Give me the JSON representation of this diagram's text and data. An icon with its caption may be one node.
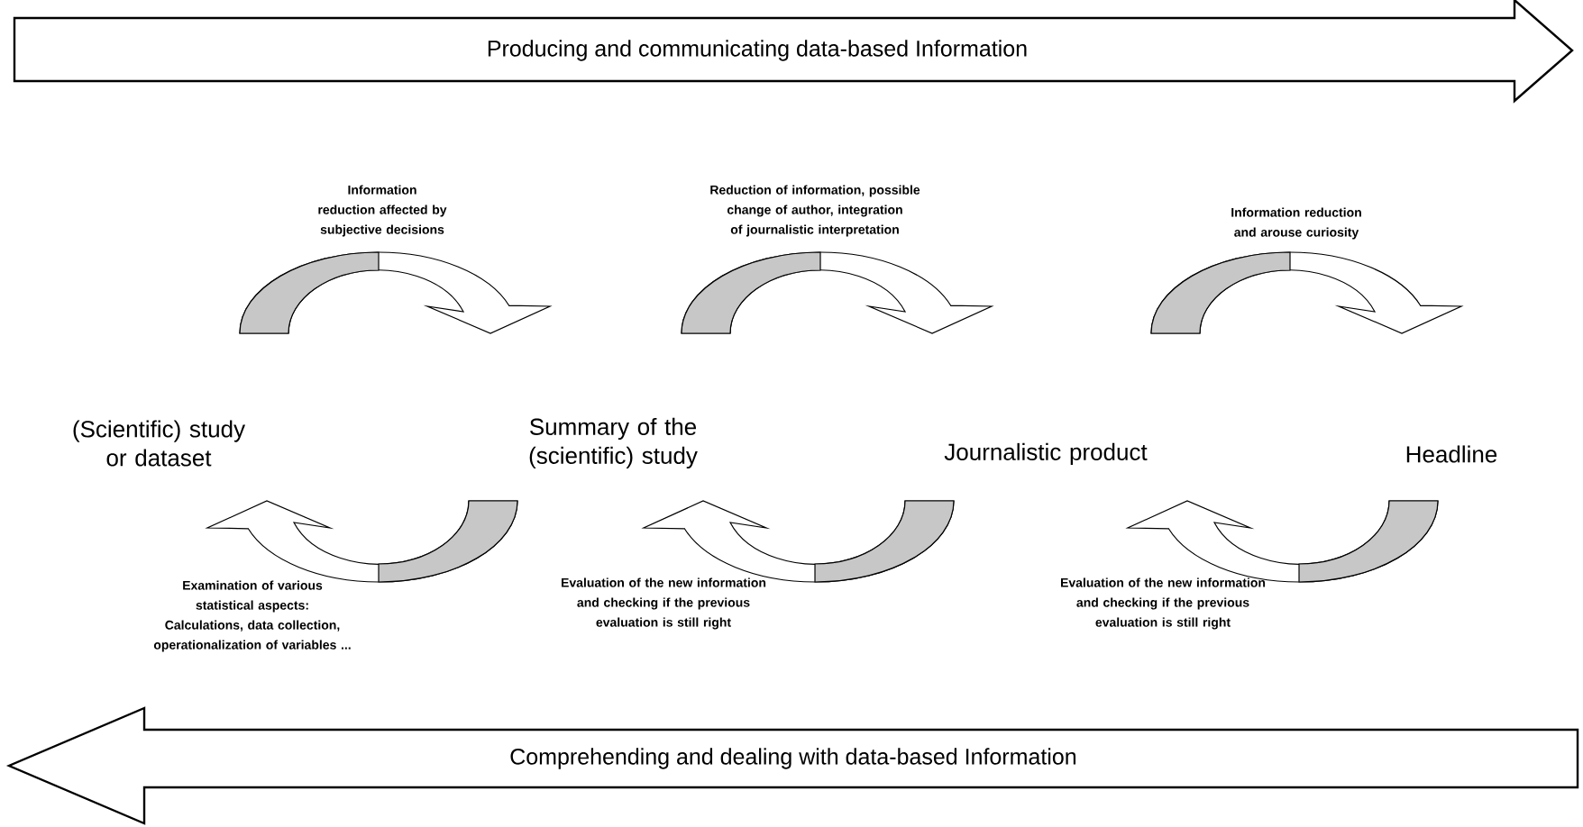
{
  "diagram": {
    "nodes": [
      {
        "text": [
          "Producing and communicating data-based Information"
        ]
      },
      {
        "text": [
          "Comprehending and dealing with data-based Information"
        ]
      },
      {
        "text": [
          "(Scientific) study or dataset"
        ]
      },
      {
        "text": [
          "Summary of the (scientific) study"
        ]
      },
      {
        "text": [
          "Journalistic product"
        ]
      },
      {
        "text": [
          "Headline"
        ]
      }
    ],
    "edges": [
      {
        "from": 2,
        "to": 3,
        "arrow": "to",
        "label": "Information reduction affected by subjective decisions"
      },
      {
        "from": 3,
        "to": 4,
        "arrow": "to",
        "label": "Reduction of information, possible change of author, integration of journalistic interpretation"
      },
      {
        "from": 4,
        "to": 5,
        "arrow": "to",
        "label": "Information reduction and arouse curiosity"
      },
      {
        "from": 3,
        "to": 2,
        "arrow": "to",
        "label": "Examination of various statistical aspects: Calculations, data collection, operationalization of variables ..."
      },
      {
        "from": 4,
        "to": 3,
        "arrow": "to",
        "label": "Evaluation of the new information and checking if the previous evaluation is still right"
      },
      {
        "from": 5,
        "to": 4,
        "arrow": "to",
        "label": "Evaluation of the new information and checking if the previous evaluation is still right"
      }
    ]
  }
}
